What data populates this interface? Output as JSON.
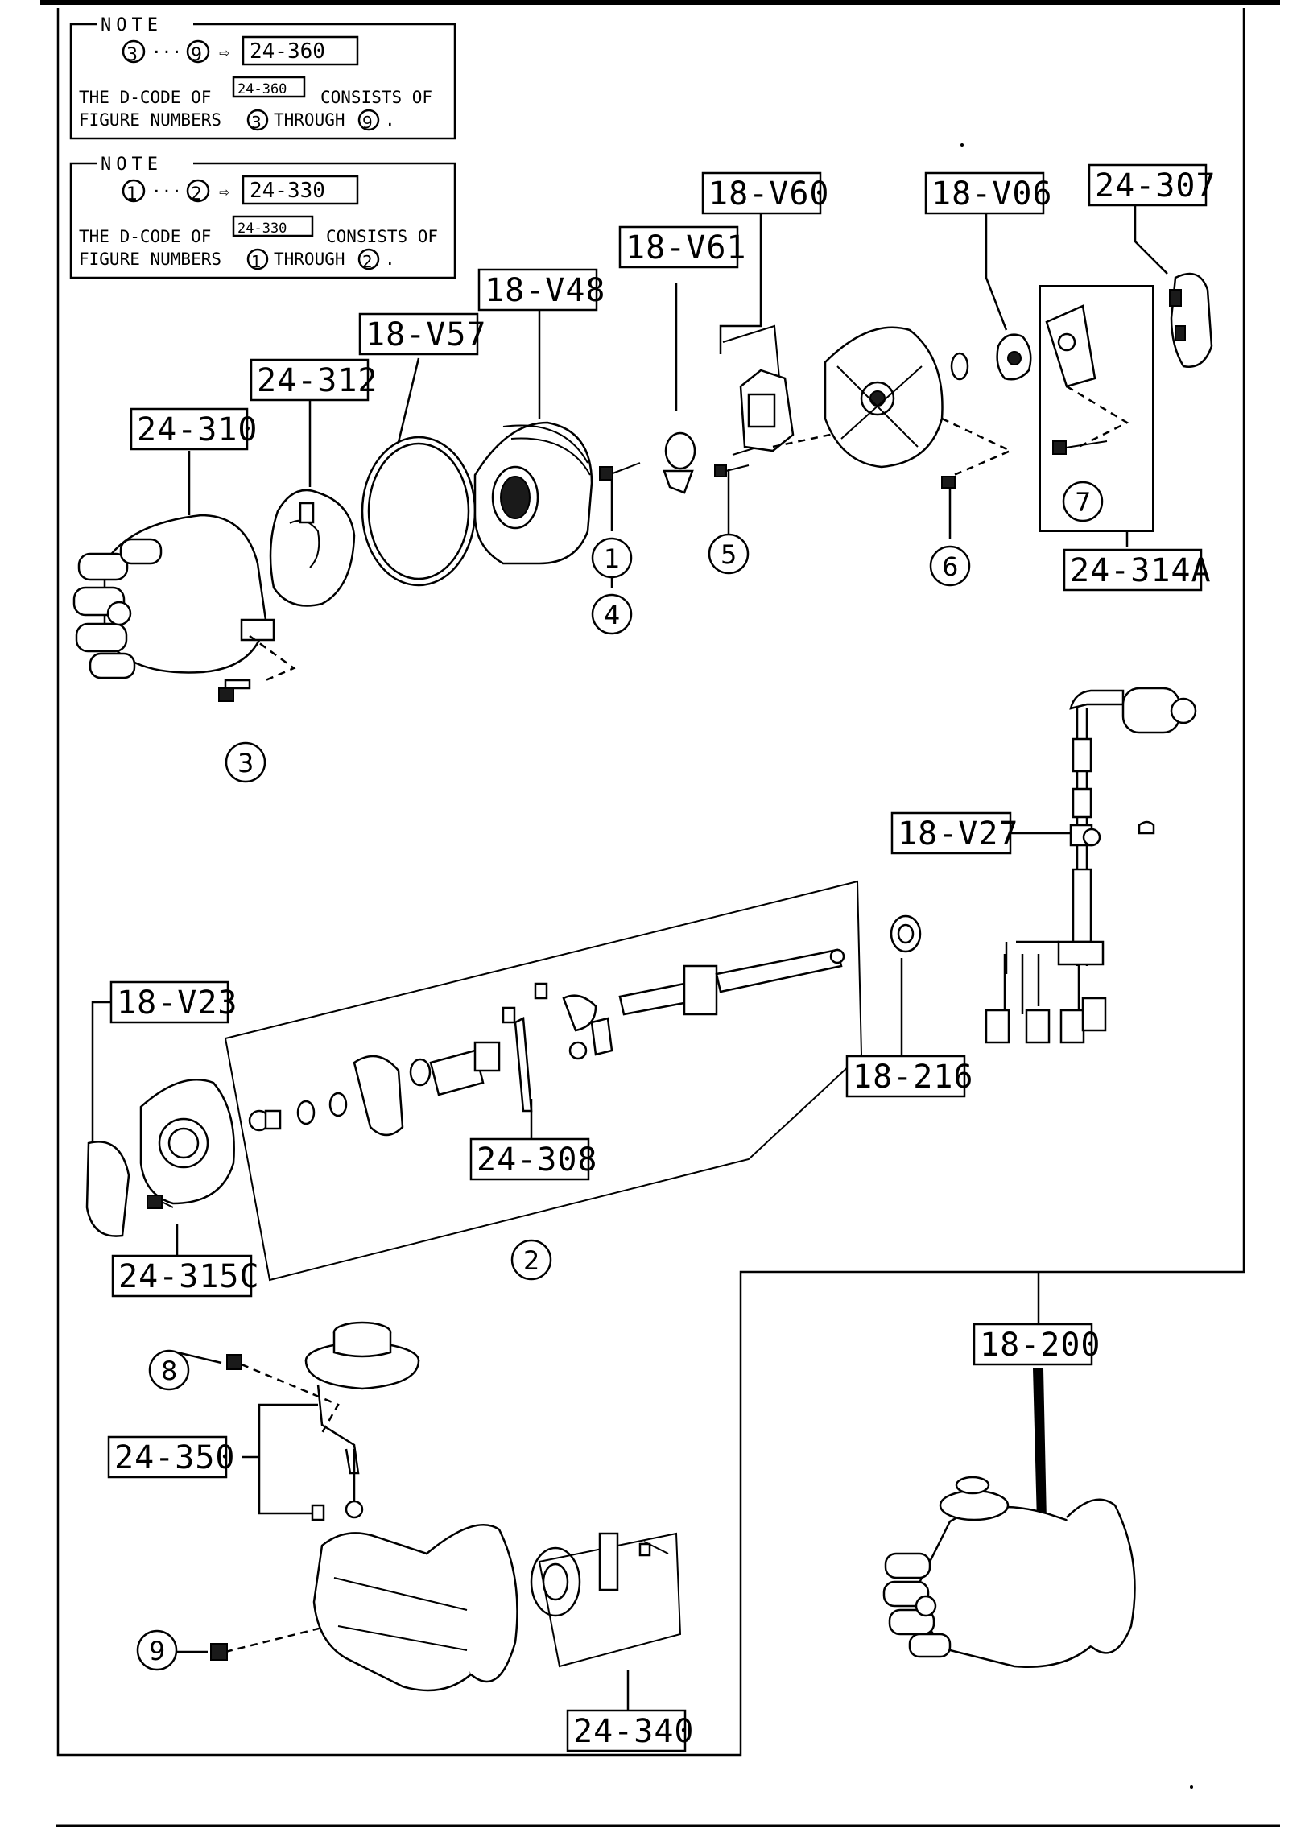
{
  "notes": [
    {
      "title": "NOTE",
      "range_from": "3",
      "range_to": "9",
      "arrow": "⇨",
      "code": "24-360",
      "line1_pre": "THE D-CODE OF",
      "line1_post": "CONSISTS OF",
      "line2_pre": "FIGURE NUMBERS",
      "line2_mid": "THROUGH",
      "line2_end": "."
    },
    {
      "title": "NOTE",
      "range_from": "1",
      "range_to": "2",
      "arrow": "⇨",
      "code": "24-330",
      "line1_pre": "THE D-CODE OF",
      "line1_post": "CONSISTS OF",
      "line2_pre": "FIGURE NUMBERS",
      "line2_mid": "THROUGH",
      "line2_end": "."
    }
  ],
  "dots": "···",
  "part_labels": [
    "24-310",
    "24-312",
    "18-V57",
    "18-V48",
    "18-V61",
    "18-V60",
    "18-V06",
    "24-307",
    "24-314A",
    "18-V27",
    "18-216",
    "18-V23",
    "24-308",
    "24-315C",
    "24-350",
    "24-340",
    "18-200"
  ],
  "callouts": [
    "1",
    "2",
    "3",
    "4",
    "5",
    "6",
    "7",
    "8",
    "9"
  ]
}
